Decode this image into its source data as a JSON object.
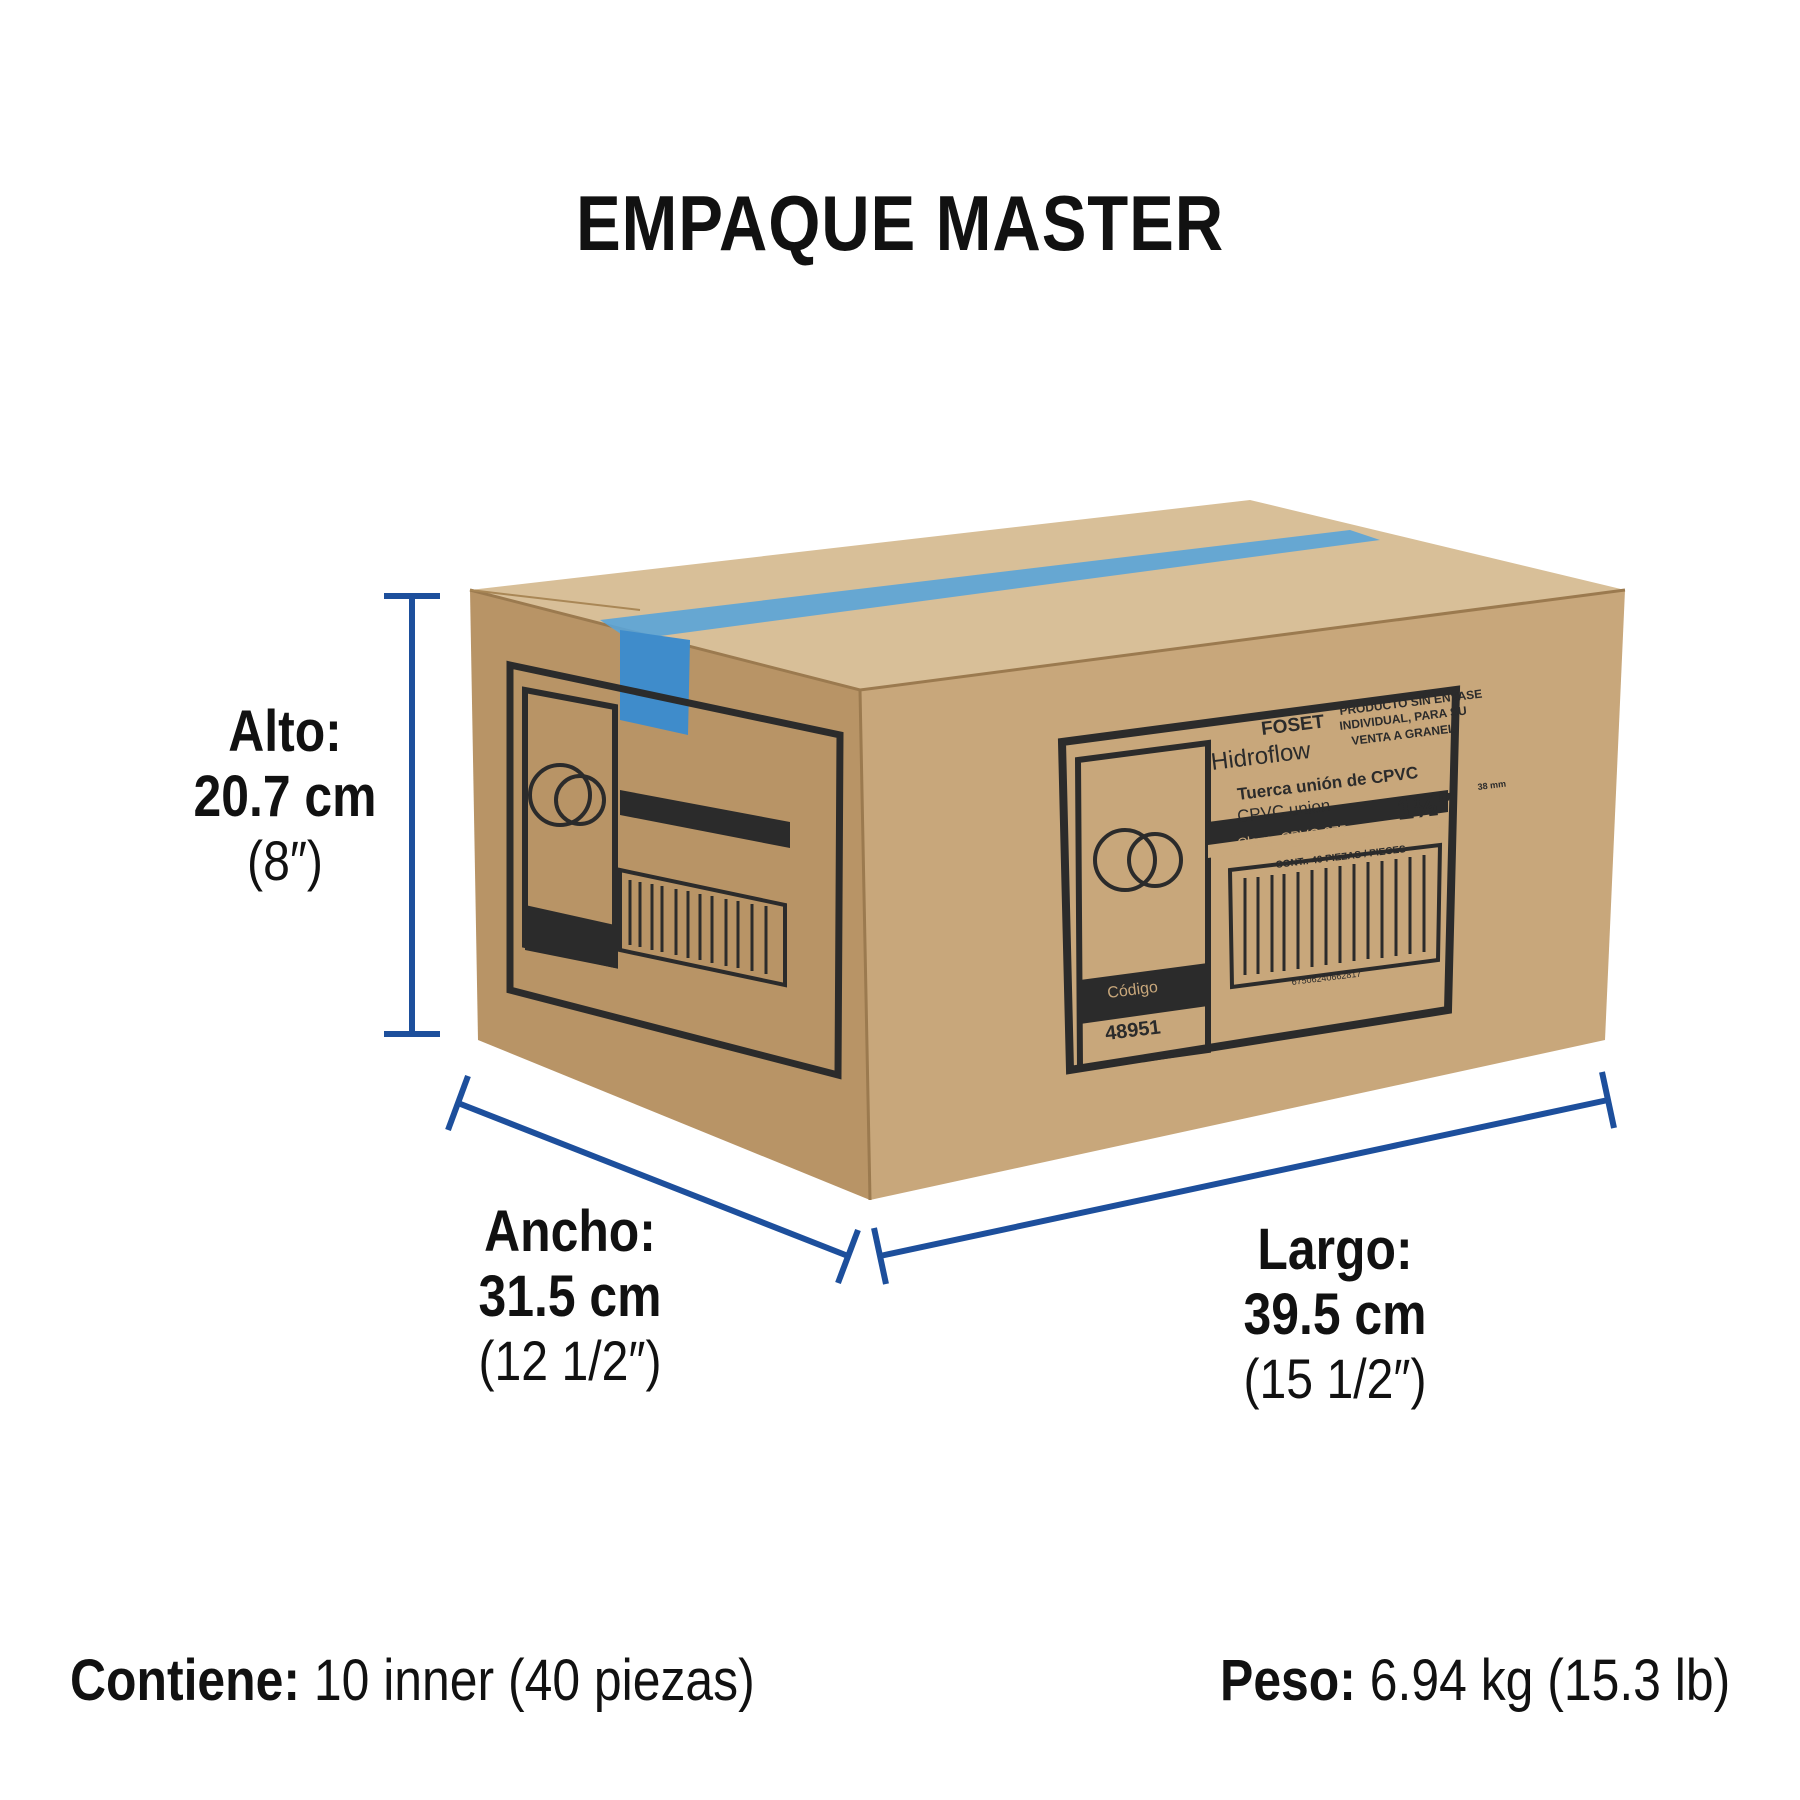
{
  "title": "EMPAQUE MASTER",
  "alto": {
    "label": "Alto:",
    "value": "20.7 cm",
    "inch": "(8″)"
  },
  "ancho": {
    "label": "Ancho:",
    "value": "31.5 cm",
    "inch": "(12 1/2″)"
  },
  "largo": {
    "label": "Largo:",
    "value": "39.5 cm",
    "inch": "(15 1/2″)"
  },
  "contiene": {
    "label": "Contiene:",
    "value": "10 inner (40 piezas)"
  },
  "peso": {
    "label": "Peso:",
    "value": "6.94 kg (15.3 lb)"
  },
  "box_label": {
    "brand": "FOSET",
    "product_line": "Hidroflow",
    "notice": [
      "PRODUCTO SIN ENVASE",
      "INDIVIDUAL, PARA SU",
      "VENTA A GRANEL"
    ],
    "product_es": "Tuerca unión de CPVC",
    "product_en": "CPVC union",
    "size": "1½″",
    "size_mm": "38 mm",
    "clave": "Clave: CPVC-975",
    "cont": "CONT.: 40 PIEZAS / PIECES",
    "barcode_number": "67506240662817",
    "codigo_label": "Código",
    "codigo": "48951"
  },
  "colors": {
    "dimension_line": "#1d4f9c",
    "cardboard_front": "#c8a77b",
    "cardboard_side": "#b89466",
    "cardboard_top": "#d8bf98",
    "tape": "#5aa4d8",
    "print": "#2b2b2b"
  }
}
